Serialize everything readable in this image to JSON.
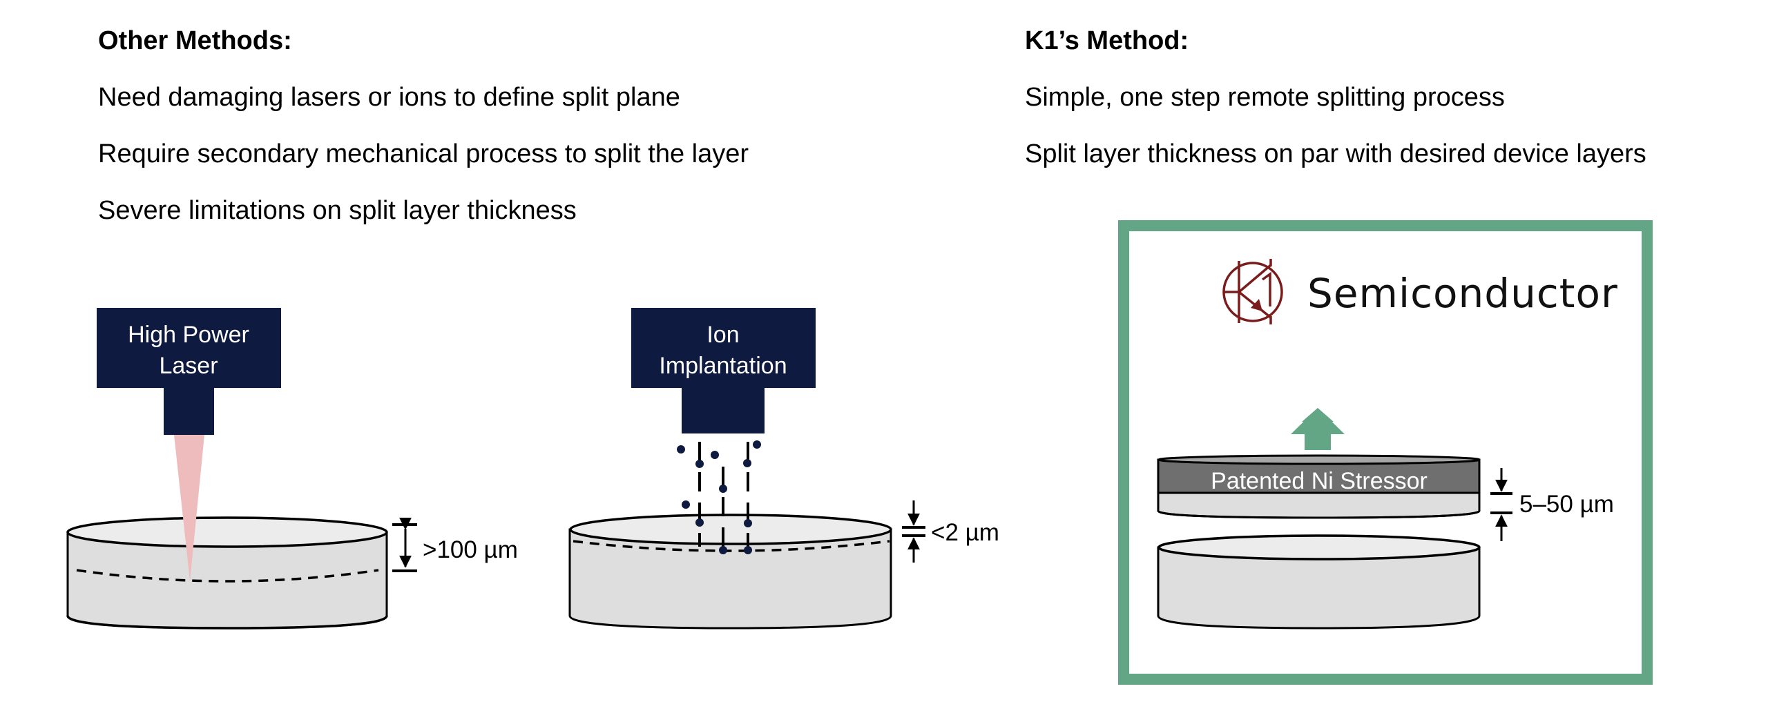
{
  "left_panel": {
    "heading": "Other Methods:",
    "bullets": [
      "Need damaging lasers or ions to define split plane",
      "Require secondary mechanical process to split the layer",
      "Severe limitations on split layer thickness"
    ],
    "laser": {
      "label_line1": "High Power",
      "label_line2": "Laser",
      "thickness_label": ">100 µm"
    },
    "ion": {
      "label_line1": "Ion",
      "label_line2": "Implantation",
      "thickness_label": "<2 µm"
    }
  },
  "right_panel": {
    "heading": "K1’s Method:",
    "bullets": [
      "Simple, one step remote splitting process",
      "Split layer thickness on par with desired device layers"
    ],
    "logo": {
      "icon": "k1-transistor-logo-icon",
      "text": "Semiconductor"
    },
    "stressor_label": "Patented Ni Stressor",
    "thickness_label": "5–50 µm"
  },
  "colors": {
    "navy": "#0f1a40",
    "laser_beam": "#efbcbd",
    "wafer_fill": "#dedede",
    "wafer_top": "#ececec",
    "frame_green": "#62a686",
    "stressor_dark": "#6f6f6f",
    "logo_red": "#7a1c1c"
  }
}
